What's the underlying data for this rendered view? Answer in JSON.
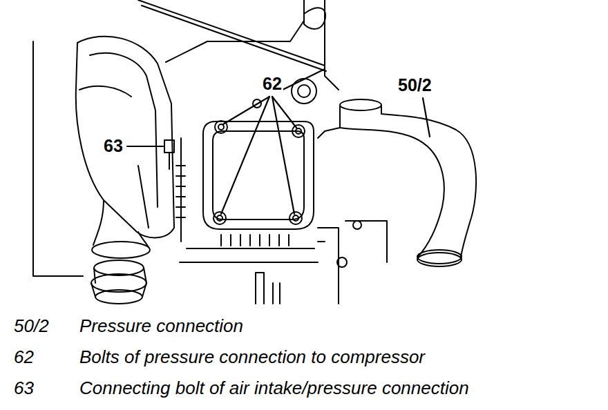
{
  "diagram": {
    "labels": [
      "62",
      "50/2",
      "63",
      "50/2",
      "Pressure connection",
      "62",
      "Bolts of pressure connection to compressor",
      "63",
      "Connecting bolt of air intake/pressure connection"
    ]
  }
}
